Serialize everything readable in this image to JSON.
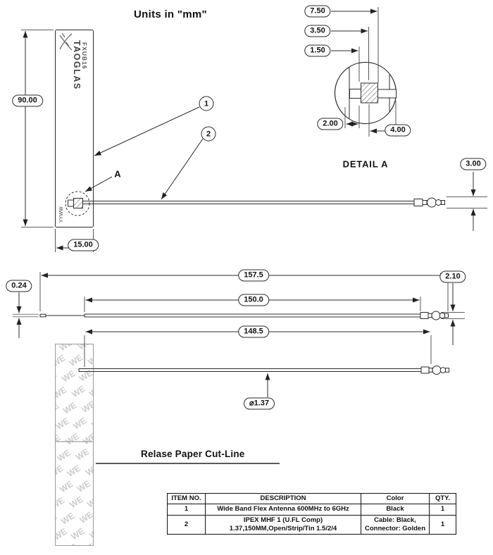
{
  "units_note": "Units in \"mm\"",
  "antenna": {
    "brand": "TAOGLAS",
    "model": "FXUB16",
    "date_code": "YYWW"
  },
  "callouts": {
    "c1": "1",
    "c2": "2"
  },
  "detail": {
    "label": "DETAIL A",
    "ref": "A"
  },
  "release_paper_label": "Relase Paper Cut-Line",
  "dimensions": {
    "body_height": "90.00",
    "body_width": "15.00",
    "det_7_50": "7.50",
    "det_3_50": "3.50",
    "det_1_50": "1.50",
    "det_2_00": "2.00",
    "det_4_00": "4.00",
    "conn_height": "3.00",
    "overall_length": "157.5",
    "cable_length": "150.0",
    "tip_dia": "0.24",
    "conn_dia": "2.10",
    "open_length": "148.5",
    "cable_dia": "⌀1.37"
  },
  "table": {
    "headers": [
      "ITEM NO.",
      "DESCRIPTION",
      "Color",
      "QTY."
    ],
    "rows": [
      {
        "item": "1",
        "description": [
          "Wide Band Flex Antenna 600MHz to 6GHz"
        ],
        "color": [
          "Black"
        ],
        "qty": "1"
      },
      {
        "item": "2",
        "description": [
          "IPEX MHF 1 (U.FL Comp)",
          "1.37,150MM,Open/Strip/Tin 1.5/2/4"
        ],
        "color": [
          "Cable: Black,",
          "Connector: Golden"
        ],
        "qty": "1"
      }
    ]
  }
}
